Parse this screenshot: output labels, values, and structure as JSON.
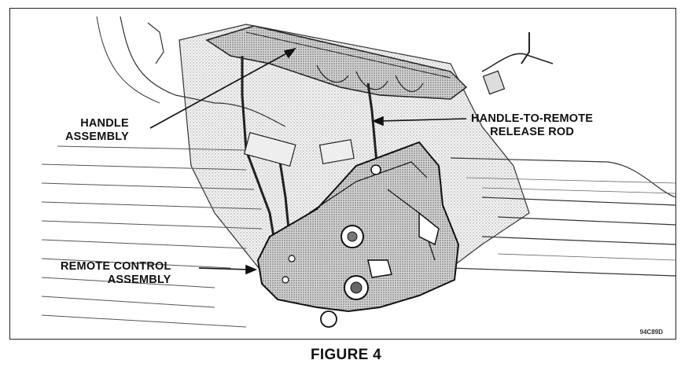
{
  "callouts": {
    "handle_assembly": [
      "HANDLE",
      "ASSEMBLY"
    ],
    "release_rod": [
      "HANDLE-TO-REMOTE",
      "RELEASE ROD"
    ],
    "remote_control": [
      "REMOTE CONTROL",
      "ASSEMBLY"
    ]
  },
  "image_code": "94C89D",
  "caption": "FIGURE 4"
}
